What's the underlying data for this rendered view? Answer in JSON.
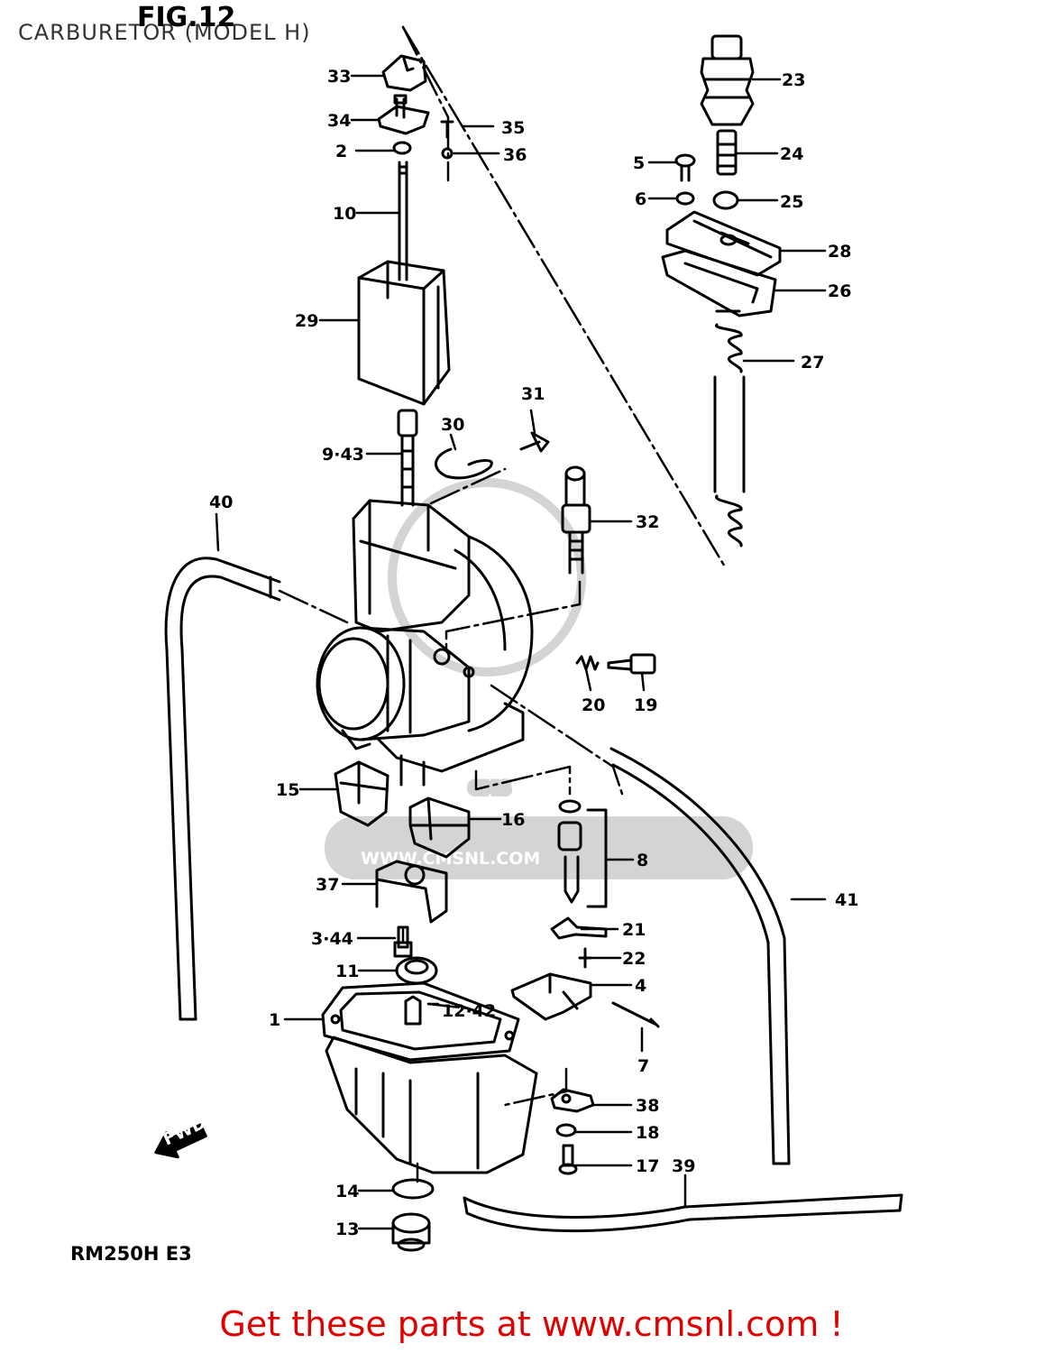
{
  "title": "CARBURETOR (MODEL H)",
  "figure": "FIG.12",
  "model_code": "RM250H E3",
  "footer_link": "Get these parts at www.cmsnl.com !",
  "watermark": {
    "line1": "CMS",
    "line2": "WWW.CMSNL.COM"
  },
  "fwd_label": "FWD",
  "callouts": [
    "33",
    "34",
    "35",
    "2",
    "36",
    "10",
    "29",
    "31",
    "30",
    "9·43",
    "40",
    "32",
    "20",
    "19",
    "15",
    "16",
    "8",
    "37",
    "21",
    "3·44",
    "22",
    "11",
    "4",
    "1",
    "12·42",
    "7",
    "38",
    "18",
    "17",
    "39",
    "14",
    "13",
    "41",
    "23",
    "24",
    "5",
    "6",
    "25",
    "28",
    "26",
    "27"
  ],
  "colors": {
    "line": "#000000",
    "link": "#e00000",
    "watermark": "#d4d4d4",
    "header": "#333333"
  }
}
